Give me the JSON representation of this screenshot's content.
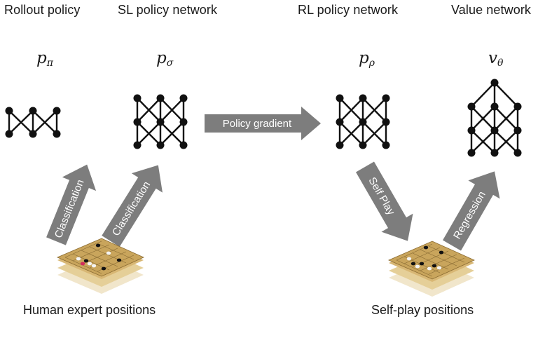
{
  "titles": {
    "rollout": "Rollout policy",
    "sl": "SL policy network",
    "rl": "RL policy network",
    "value": "Value network"
  },
  "symbols": {
    "rollout": {
      "base": "p",
      "sub": "π"
    },
    "sl": {
      "base": "p",
      "sub": "σ"
    },
    "rl": {
      "base": "p",
      "sub": "ρ"
    },
    "value": {
      "base": "v",
      "sub": "θ"
    }
  },
  "arrows": {
    "classification_left": "Classification",
    "classification_right": "Classification",
    "policy_gradient": "Policy gradient",
    "self_play": "Self Play",
    "regression": "Regression"
  },
  "captions": {
    "human": "Human expert positions",
    "selfplay": "Self-play positions"
  },
  "colors": {
    "arrow": "#7d7d7d",
    "board_top": "#c9a55c",
    "board_layer": "#e5cf98",
    "board_shadow": "#ece0c2",
    "node": "#111111"
  }
}
